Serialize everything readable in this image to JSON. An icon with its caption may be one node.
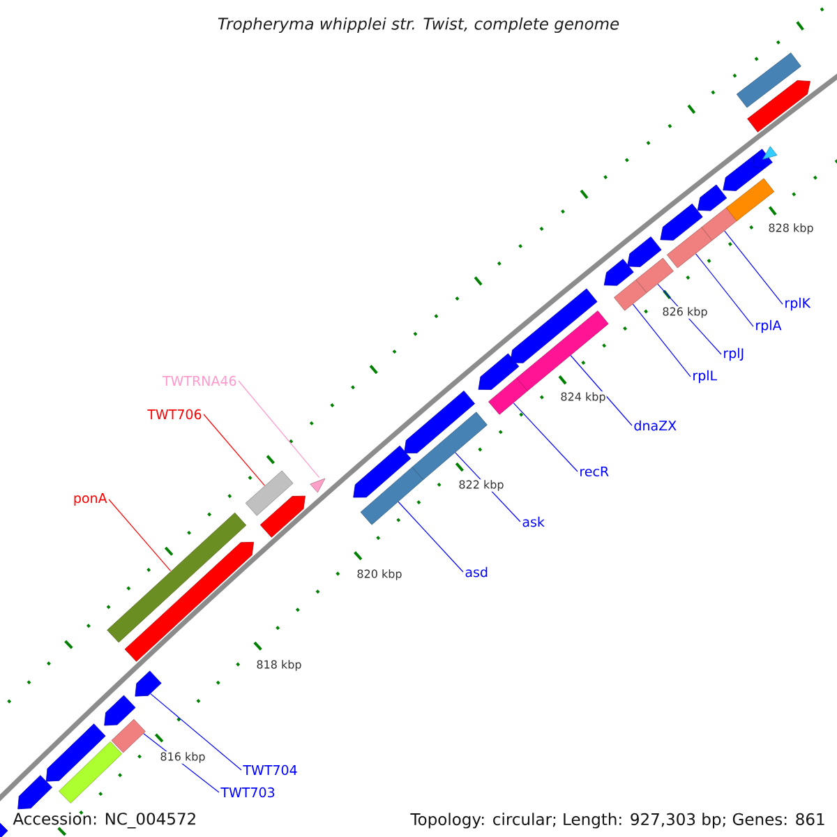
{
  "diagram": {
    "title": "Tropheryma whipplei str. Twist, complete genome",
    "nodes": [
      {
        "text": [
          "rplK"
        ]
      },
      {
        "text": [
          "rplA"
        ]
      },
      {
        "text": [
          "rplJ"
        ]
      },
      {
        "text": [
          "rplL"
        ]
      },
      {
        "text": [
          "TWTRNA46"
        ]
      },
      {
        "text": [
          "TWT706"
        ]
      },
      {
        "text": [
          "dnaZX"
        ]
      },
      {
        "text": [
          "recR"
        ]
      },
      {
        "text": [
          "ponA"
        ]
      },
      {
        "text": [
          "ask"
        ]
      },
      {
        "text": [
          "asd"
        ]
      },
      {
        "text": [
          "TWT704"
        ]
      },
      {
        "text": [
          "TWT703"
        ]
      },
      {
        "text": [],
        "shape": "pentagon"
      },
      {
        "text": [],
        "shape": "pentagon"
      },
      {
        "text": [],
        "shape": "pentagon"
      },
      {
        "text": [],
        "shape": "bar"
      },
      {
        "text": [],
        "shape": "pentagon"
      },
      {
        "text": [],
        "shape": "bar"
      },
      {
        "text": [],
        "shape": "bar"
      },
      {
        "text": [],
        "shape": "pentagon"
      },
      {
        "text": [],
        "shape": "pentagon"
      },
      {
        "text": [],
        "shape": "bar"
      },
      {
        "text": [],
        "shape": "pentagon"
      },
      {
        "text": [],
        "shape": "triangle"
      },
      {
        "text": [],
        "shape": "pentagon"
      },
      {
        "text": [],
        "shape": "bar"
      },
      {
        "text": [],
        "shape": "pentagon"
      },
      {
        "text": [],
        "shape": "bar"
      },
      {
        "text": [],
        "shape": "pentagon"
      },
      {
        "text": [],
        "shape": "bar"
      },
      {
        "text": [],
        "shape": "pentagon"
      },
      {
        "text": [],
        "shape": "bar"
      },
      {
        "text": [],
        "shape": "pentagon"
      },
      {
        "text": [],
        "shape": "bar"
      },
      {
        "text": [],
        "shape": "pentagon"
      },
      {
        "text": [],
        "shape": "bar"
      },
      {
        "text": [],
        "shape": "pentagon"
      },
      {
        "text": [],
        "shape": "bar"
      },
      {
        "text": [],
        "shape": "pentagon"
      },
      {
        "text": [],
        "shape": "bar"
      },
      {
        "text": [],
        "shape": "pentagon"
      },
      {
        "text": [],
        "shape": "bar"
      },
      {
        "text": [],
        "shape": "bar"
      },
      {
        "text": [],
        "shape": "pentagon"
      },
      {
        "text": [],
        "shape": "pentagon"
      },
      {
        "text": [],
        "shape": "triangle"
      }
    ],
    "edges": [
      {
        "from": 0,
        "to": 40,
        "arrow": "none"
      },
      {
        "from": 1,
        "to": 38,
        "arrow": "none"
      },
      {
        "from": 2,
        "to": 36,
        "arrow": "none"
      },
      {
        "from": 3,
        "to": 34,
        "arrow": "none"
      },
      {
        "from": 4,
        "to": 24,
        "arrow": "none",
        "color": "#ff99cc"
      },
      {
        "from": 5,
        "to": 22,
        "arrow": "none",
        "color": "#ff0000"
      },
      {
        "from": 6,
        "to": 32,
        "arrow": "none"
      },
      {
        "from": 7,
        "to": 30,
        "arrow": "none"
      },
      {
        "from": 8,
        "to": 18,
        "arrow": "none",
        "color": "#ff0000"
      },
      {
        "from": 9,
        "to": 28,
        "arrow": "none"
      },
      {
        "from": 10,
        "to": 26,
        "arrow": "none"
      },
      {
        "from": 11,
        "to": 21,
        "arrow": "none"
      },
      {
        "from": 12,
        "to": 19,
        "arrow": "none"
      }
    ],
    "labels": [
      "828 kbp",
      "826 kbp",
      "824 kbp",
      "822 kbp",
      "820 kbp",
      "818 kbp",
      "816 kbp",
      "Accession: NC_004572",
      "Topology: circular; Length: 927,303 bp; Genes: 861"
    ]
  }
}
